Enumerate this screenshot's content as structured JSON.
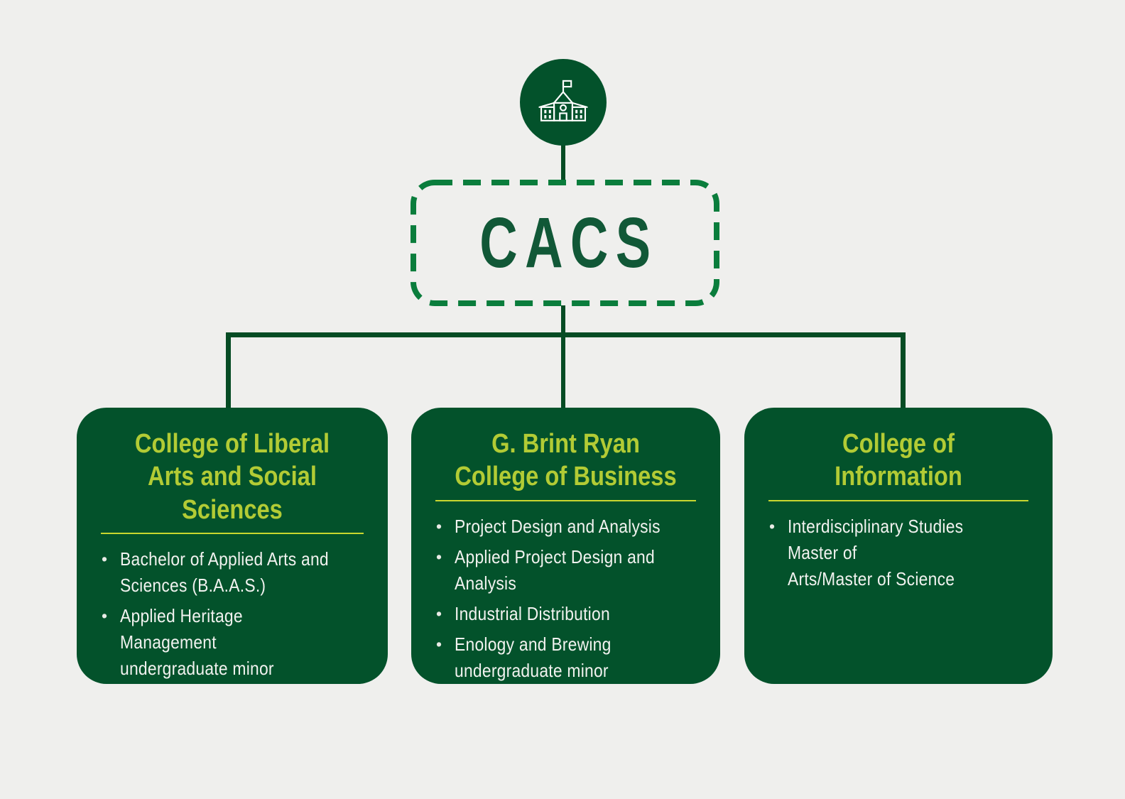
{
  "palette": {
    "background": "#EFEFED",
    "card_green": "#03522B",
    "line_green": "#064C24",
    "dash_green": "#0A7D3C",
    "root_label_green": "#115837",
    "title_lime": "#B2CB35",
    "underline_lime": "#C9D62F",
    "body_text": "#F1F2EF",
    "icon_stroke": "#FFFFFF"
  },
  "bullet_char": "•",
  "root": {
    "icon": "school-building-icon",
    "label": "CACS"
  },
  "cards": [
    {
      "title": "College of Liberal\nArts and Social Sciences",
      "bullets": [
        "Bachelor of Applied Arts and\nSciences (B.A.A.S.)",
        "Applied Heritage Management\nundergraduate minor"
      ]
    },
    {
      "title": "G. Brint Ryan\nCollege of Business",
      "bullets": [
        "Project Design and Analysis",
        "Applied Project Design and Analysis",
        "Industrial Distribution",
        "Enology and Brewing\nundergraduate minor"
      ]
    },
    {
      "title": "College of\nInformation",
      "bullets": [
        "Interdisciplinary Studies Master of\nArts/Master of Science"
      ]
    }
  ]
}
